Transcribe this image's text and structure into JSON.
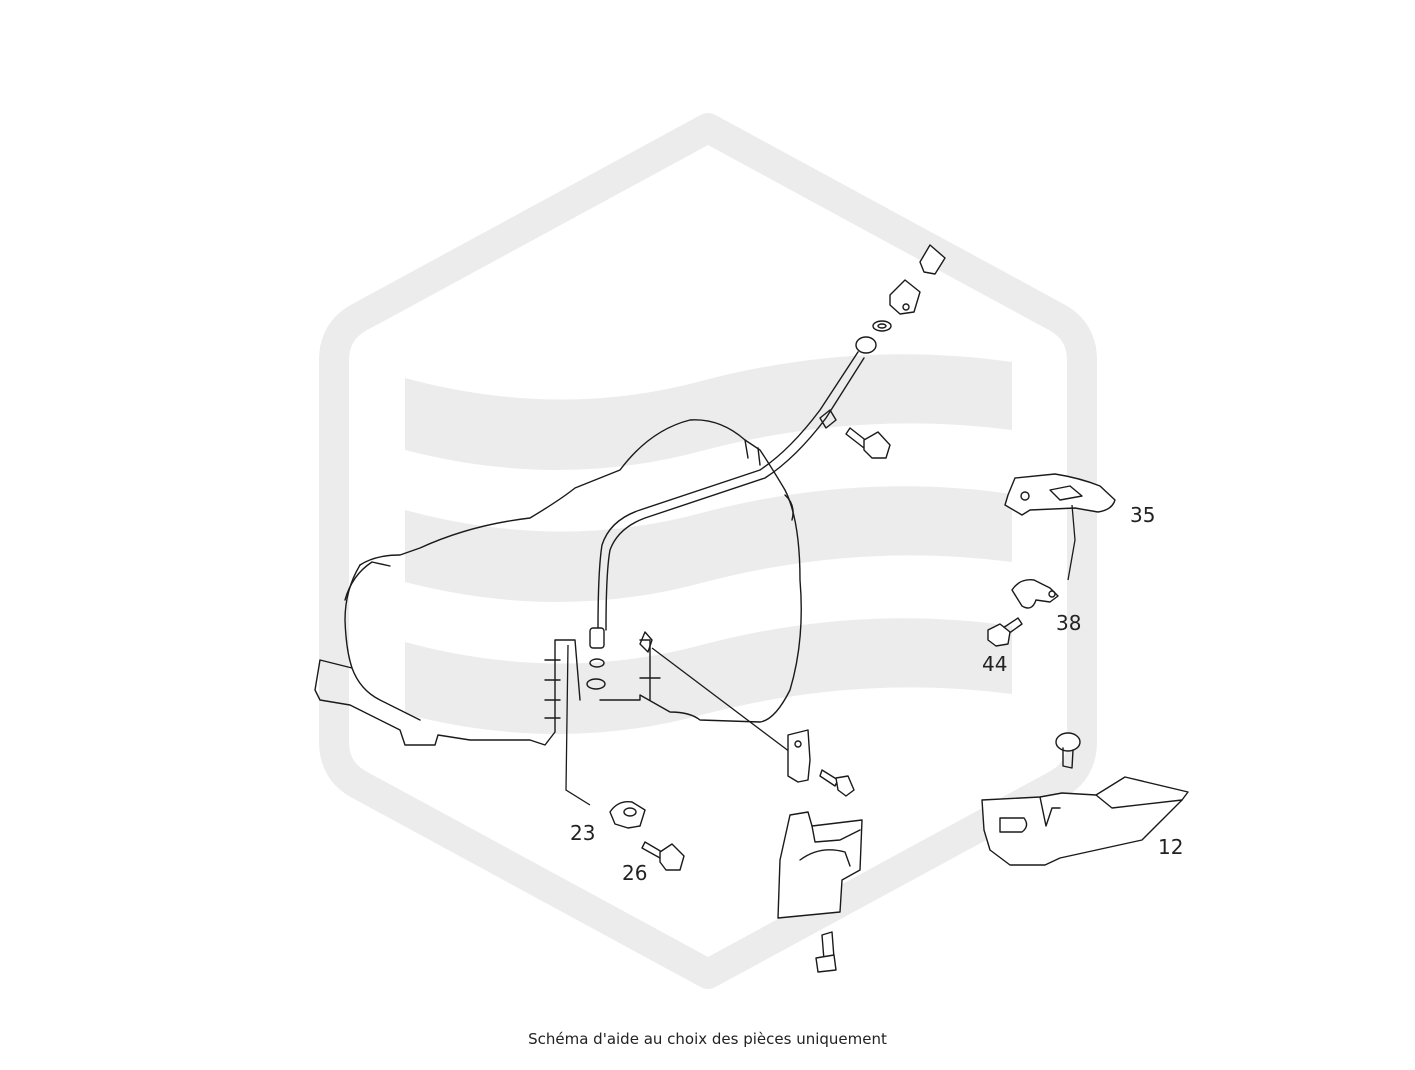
{
  "diagram": {
    "callouts": [
      {
        "id": "35",
        "label": "35"
      },
      {
        "id": "38",
        "label": "38"
      },
      {
        "id": "44",
        "label": "44"
      },
      {
        "id": "23",
        "label": "23"
      },
      {
        "id": "26",
        "label": "26"
      },
      {
        "id": "12",
        "label": "12"
      }
    ],
    "watermark": {
      "type": "hexagon-wave-logo",
      "color": "#ececec"
    },
    "line_color": "#1a1a1a"
  },
  "caption": "Schéma d'aide au choix des pièces uniquement"
}
